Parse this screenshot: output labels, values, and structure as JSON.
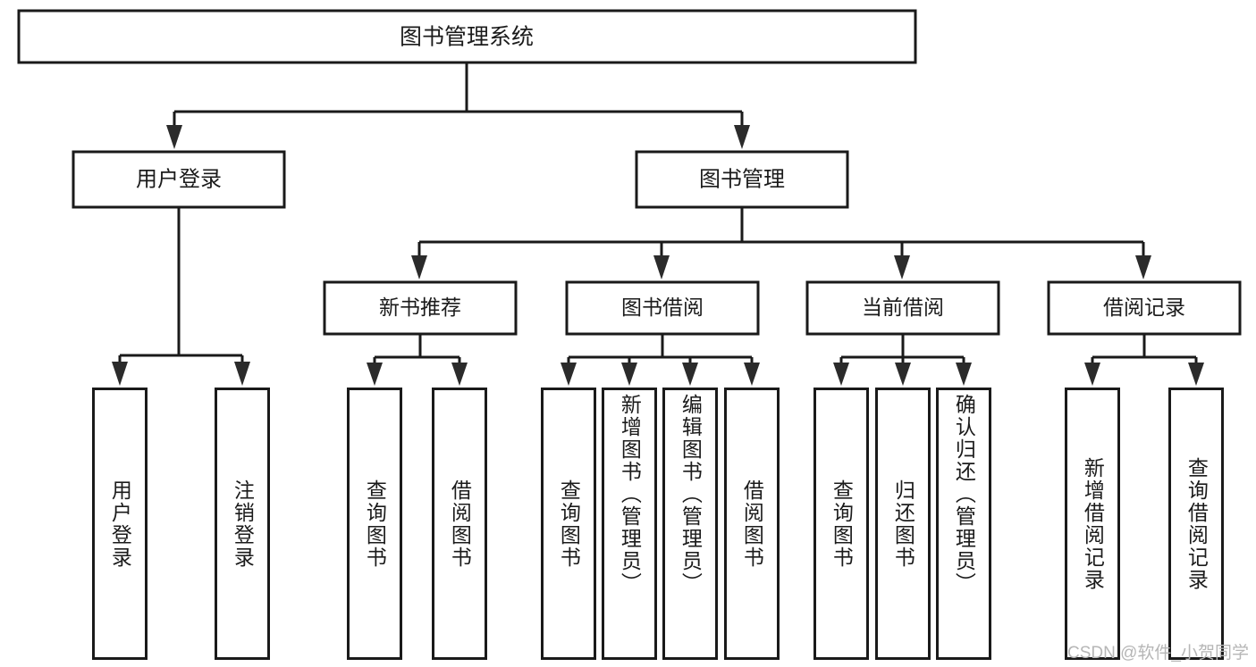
{
  "diagram": {
    "type": "tree",
    "title": "图书管理系统",
    "root": {
      "label": "图书管理系统"
    },
    "level2": [
      {
        "label": "用户登录"
      },
      {
        "label": "图书管理"
      }
    ],
    "level3": [
      {
        "label": "新书推荐"
      },
      {
        "label": "图书借阅"
      },
      {
        "label": "当前借阅"
      },
      {
        "label": "借阅记录"
      }
    ],
    "leaves": {
      "user_login": [
        {
          "label": "用户登录"
        },
        {
          "label": "注销登录"
        }
      ],
      "new_book_recommend": [
        {
          "label": "查询图书"
        },
        {
          "label": "借阅图书"
        }
      ],
      "book_borrow": [
        {
          "label": "查询图书"
        },
        {
          "label": "新增图书（管理员）"
        },
        {
          "label": "编辑图书（管理员）"
        },
        {
          "label": "借阅图书"
        }
      ],
      "current_borrow": [
        {
          "label": "查询图书"
        },
        {
          "label": "归还图书"
        },
        {
          "label": "确认归还（管理员）"
        }
      ],
      "borrow_record": [
        {
          "label": "新增借阅记录"
        },
        {
          "label": "查询借阅记录"
        }
      ]
    }
  },
  "watermark": {
    "text": "CSDN @软件_小贺同学"
  },
  "colors": {
    "stroke": "#1a1a1a",
    "background": "#ffffff",
    "text": "#1b1b1b",
    "watermark": "#b6b6b6"
  }
}
